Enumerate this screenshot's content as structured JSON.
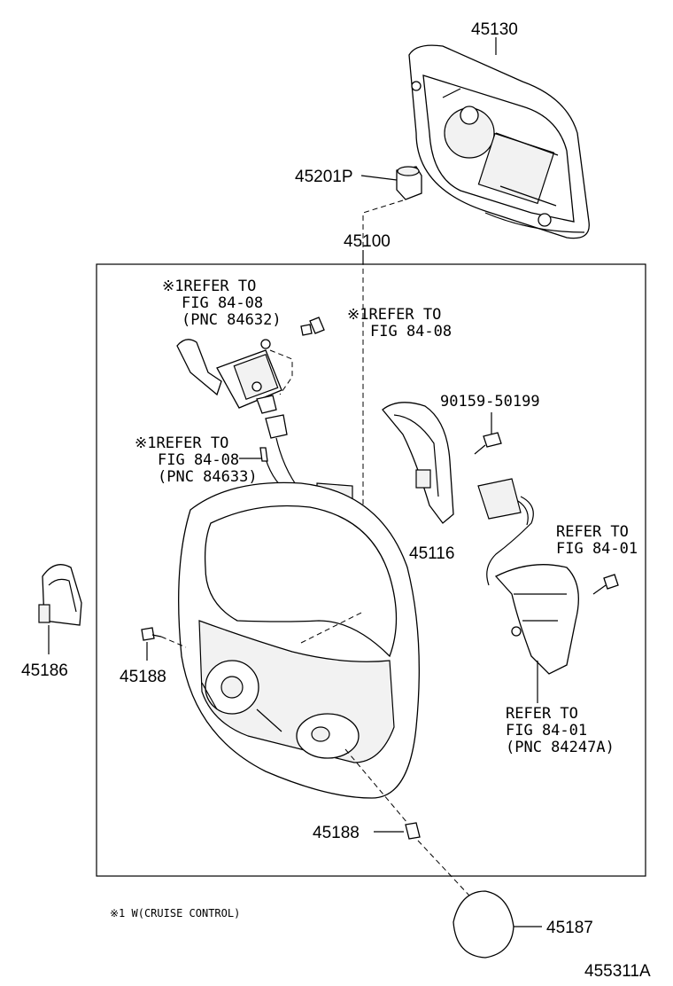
{
  "parts": {
    "p45130": "45130",
    "p45201P": "45201P",
    "p45100": "45100",
    "p90159": "90159-50199",
    "p45116": "45116",
    "p45186": "45186",
    "p45188a": "45188",
    "p45188b": "45188",
    "p45187": "45187"
  },
  "notes": {
    "n1": {
      "l1": "※1REFER TO",
      "l2": "FIG 84-08",
      "l3": "(PNC 84632)"
    },
    "n2": {
      "l1": "※1REFER TO",
      "l2": "FIG 84-08"
    },
    "n3": {
      "l1": "※1REFER TO",
      "l2": "FIG 84-08",
      "l3": "(PNC 84633)"
    },
    "n4": {
      "l1": "REFER TO",
      "l2": "FIG 84-01"
    },
    "n5": {
      "l1": "REFER TO",
      "l2": "FIG 84-01",
      "l3": "(PNC 84247A)"
    }
  },
  "footnote": "※1 W(CRUISE CONTROL)",
  "figure_id": "455311A"
}
